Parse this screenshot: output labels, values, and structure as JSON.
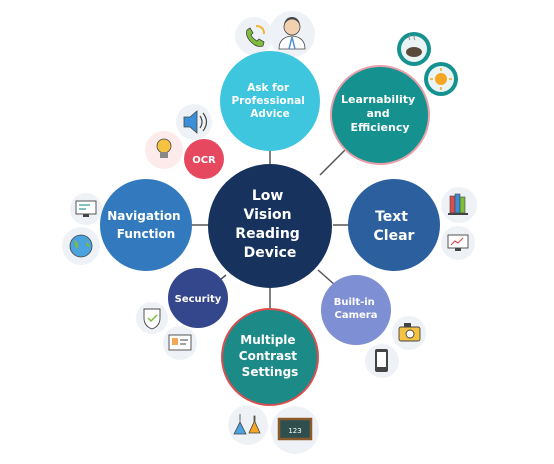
{
  "center": {
    "lines": [
      "Low",
      "Vision",
      "Reading",
      "Device"
    ],
    "color": "#17325c"
  },
  "nodes": {
    "professional_advice": {
      "lines": [
        "Ask for",
        "Professional",
        "Advice"
      ],
      "color": "#3ec6df"
    },
    "learnability": {
      "lines": [
        "Learnability",
        "and",
        "Efficiency"
      ],
      "color": "#15928f"
    },
    "ocr": {
      "lines": [
        "OCR"
      ],
      "color": "#e64860"
    },
    "navigation": {
      "lines": [
        "Navigation",
        "Function"
      ],
      "color": "#3279bd"
    },
    "text_clear": {
      "lines": [
        "Text",
        "Clear"
      ],
      "color": "#2c5f9e"
    },
    "security": {
      "lines": [
        "Security"
      ],
      "color": "#34468c"
    },
    "camera": {
      "lines": [
        "Built-in",
        "Camera"
      ],
      "color": "#7f8fd3"
    },
    "contrast": {
      "lines": [
        "Multiple",
        "Contrast",
        "Settings"
      ],
      "color": "#1c8a87"
    }
  },
  "icons": {
    "phone": "phone-icon",
    "doctor": "doctor-icon",
    "teapot": "teapot-icon",
    "sun": "sun-icon",
    "speaker": "speaker-icon",
    "bulb": "lightbulb-icon",
    "monitor": "monitor-icon",
    "globe": "globe-icon",
    "books": "books-icon",
    "screen": "screen-icon",
    "shield": "shield-icon",
    "card": "id-card-icon",
    "camera": "camera-icon",
    "mobile": "mobile-phone-icon",
    "flasks": "flasks-icon",
    "board": "blackboard-icon"
  },
  "blackboard_text": "123"
}
